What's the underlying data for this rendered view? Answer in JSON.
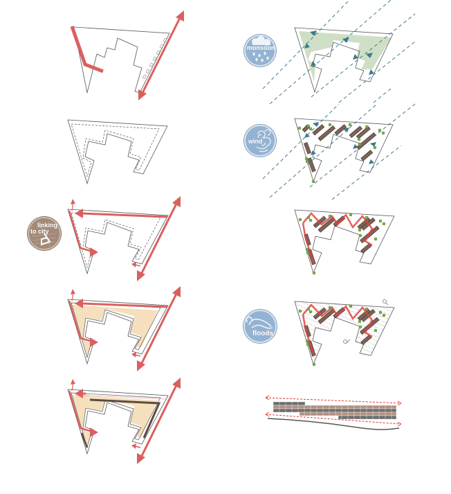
{
  "colors": {
    "outline": "#555555",
    "red": "#d9605e",
    "red_dash": "#e0332f",
    "teal": "#3b7a8c",
    "green_fill": "#cfdfc6",
    "tan_fill": "#f6dfbd",
    "brown": "#7c6358",
    "dark_brown": "#5b4a40",
    "leaf": "#7ab648",
    "badge_blue": "#94b2d2",
    "badge_tan": "#a38a78",
    "block_gray": "#6d6d6d",
    "block_tan": "#b09282"
  },
  "badges": {
    "monsoon": {
      "label": "monsoon",
      "icon": "cloud-rain-icon"
    },
    "wind": {
      "label": "wind",
      "icon": "wind-swirl-icon"
    },
    "linking": {
      "label_line1": "linking",
      "label_line2": "to city",
      "icon": "path-arrow-icon"
    },
    "floods": {
      "label": "floods",
      "icon": "wave-icon"
    }
  },
  "diagrams": {
    "left": [
      {
        "step": 1,
        "description": "site outline with edge arrow and street frontage"
      },
      {
        "step": 2,
        "description": "site outline with setback dashed line"
      },
      {
        "step": 3,
        "description": "linking to city arrows"
      },
      {
        "step": 4,
        "description": "buildable area tan fill"
      },
      {
        "step": 5,
        "description": "buildable area with built edge"
      }
    ],
    "right": [
      {
        "step": 1,
        "description": "monsoon green area and rain vectors"
      },
      {
        "step": 2,
        "description": "wind vectors with building blocks and trees"
      },
      {
        "step": 3,
        "description": "zigzag red pedestrian path"
      },
      {
        "step": 4,
        "description": "floods contour terrain"
      },
      {
        "step": 5,
        "description": "section elevation blocks"
      }
    ]
  }
}
